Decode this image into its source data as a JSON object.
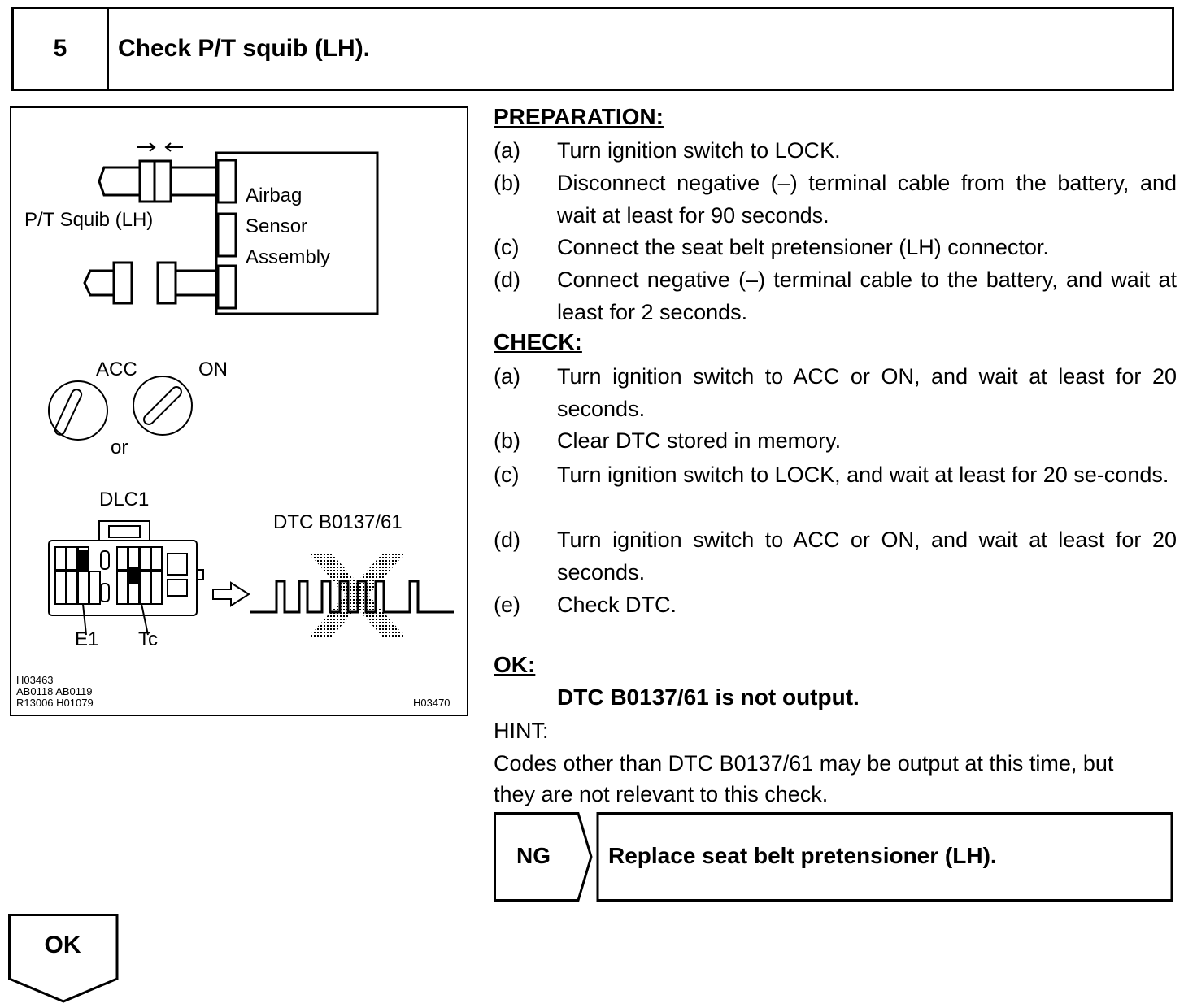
{
  "step": {
    "number": "5",
    "title": "Check P/T squib (LH)."
  },
  "figure": {
    "labels": {
      "squib": "P/T  Squib (LH)",
      "sensor_1": "Airbag",
      "sensor_2": "Sensor",
      "sensor_3": "Assembly",
      "acc": "ACC",
      "on": "ON",
      "or": "or",
      "dlc": "DLC1",
      "dtc": "DTC B0137/61",
      "e1": "E1",
      "tc": "Tc"
    },
    "codes": {
      "line1": "H03463",
      "line2": "AB0118  AB0119",
      "line3": "R13006  H01079",
      "right": "H03470"
    }
  },
  "preparation": {
    "heading": "PREPARATION:",
    "items": [
      {
        "letter": "(a)",
        "text": "Turn ignition switch to LOCK."
      },
      {
        "letter": "(b)",
        "text": "Disconnect negative (–) terminal cable from the battery, and wait at least for 90 seconds."
      },
      {
        "letter": "(c)",
        "text": "Connect the seat belt pretensioner (LH) connector."
      },
      {
        "letter": "(d)",
        "text": "Connect negative (–) terminal cable to the battery, and wait at least for 2 seconds."
      }
    ]
  },
  "check": {
    "heading": "CHECK:",
    "items": [
      {
        "letter": "(a)",
        "text": "Turn ignition switch to ACC or ON, and wait at least for 20 seconds."
      },
      {
        "letter": "(b)",
        "text": "Clear DTC stored in memory."
      },
      {
        "letter": "(c)",
        "text": "Turn ignition switch to LOCK, and wait at least for 20 se-conds."
      },
      {
        "letter": "(d)",
        "text": "Turn ignition switch to ACC or ON, and wait at least for 20 seconds."
      },
      {
        "letter": "(e)",
        "text": "Check DTC."
      }
    ]
  },
  "ok": {
    "heading": "OK:",
    "result": "DTC B0137/61 is not output."
  },
  "hint": {
    "label": "HINT:",
    "line1": "Codes other than DTC B0137/61 may be output at this time, but",
    "line2": "they are not relevant to this check."
  },
  "ng": {
    "label": "NG",
    "action": "Replace seat belt pretensioner (LH)."
  },
  "ok_next": {
    "label": "OK"
  }
}
